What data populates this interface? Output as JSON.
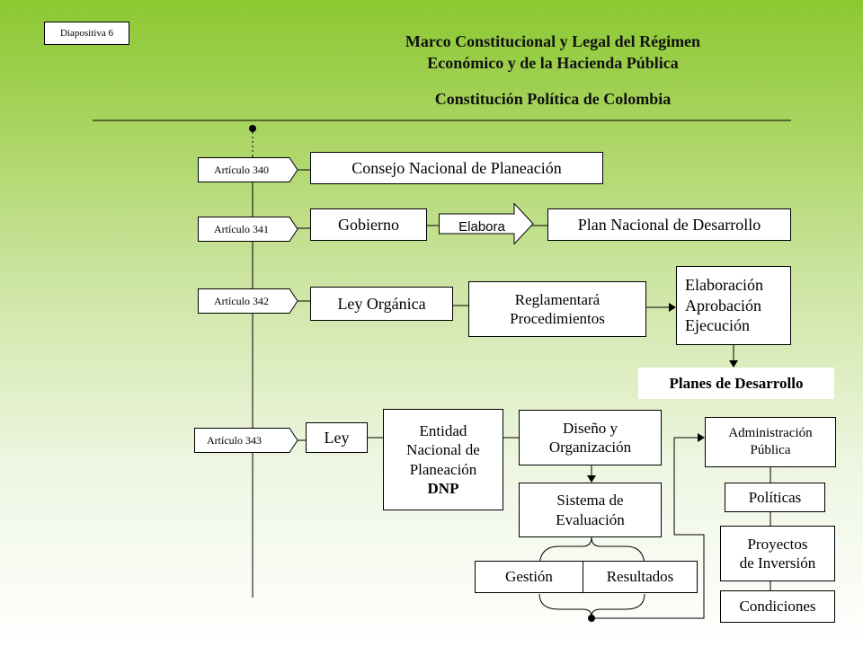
{
  "slide_label": "Diapositiva 6",
  "title_line1": "Marco Constitucional y Legal del Régimen",
  "title_line2": "Económico y de la Hacienda Pública",
  "subtitle": "Constitución Política de Colombia",
  "articles": {
    "a340": "Artículo 340",
    "a341": "Artículo 341",
    "a342": "Artículo 342",
    "a343": "Artículo 343"
  },
  "boxes": {
    "consejo": "Consejo Nacional de Planeación",
    "gobierno": "Gobierno",
    "elabora": "Elabora",
    "plan_nacional": "Plan Nacional de Desarrollo",
    "ley_organica": "Ley Orgánica",
    "reglamentara_1": "Reglamentará",
    "reglamentara_2": "Procedimientos",
    "elaboracion": "Elaboración",
    "aprobacion": "Aprobación",
    "ejecucion": "Ejecución",
    "planes": "Planes de Desarrollo",
    "ley": "Ley",
    "entidad_1": "Entidad",
    "entidad_2": "Nacional de",
    "entidad_3": "Planeación",
    "entidad_4": "DNP",
    "diseno_1": "Diseño y",
    "diseno_2": "Organización",
    "sistema_1": "Sistema de",
    "sistema_2": "Evaluación",
    "gestion": "Gestión",
    "resultados": "Resultados",
    "admin_1": "Administración",
    "admin_2": "Pública",
    "politicas": "Políticas",
    "proyectos_1": "Proyectos",
    "proyectos_2": "de Inversión",
    "condiciones": "Condiciones"
  }
}
